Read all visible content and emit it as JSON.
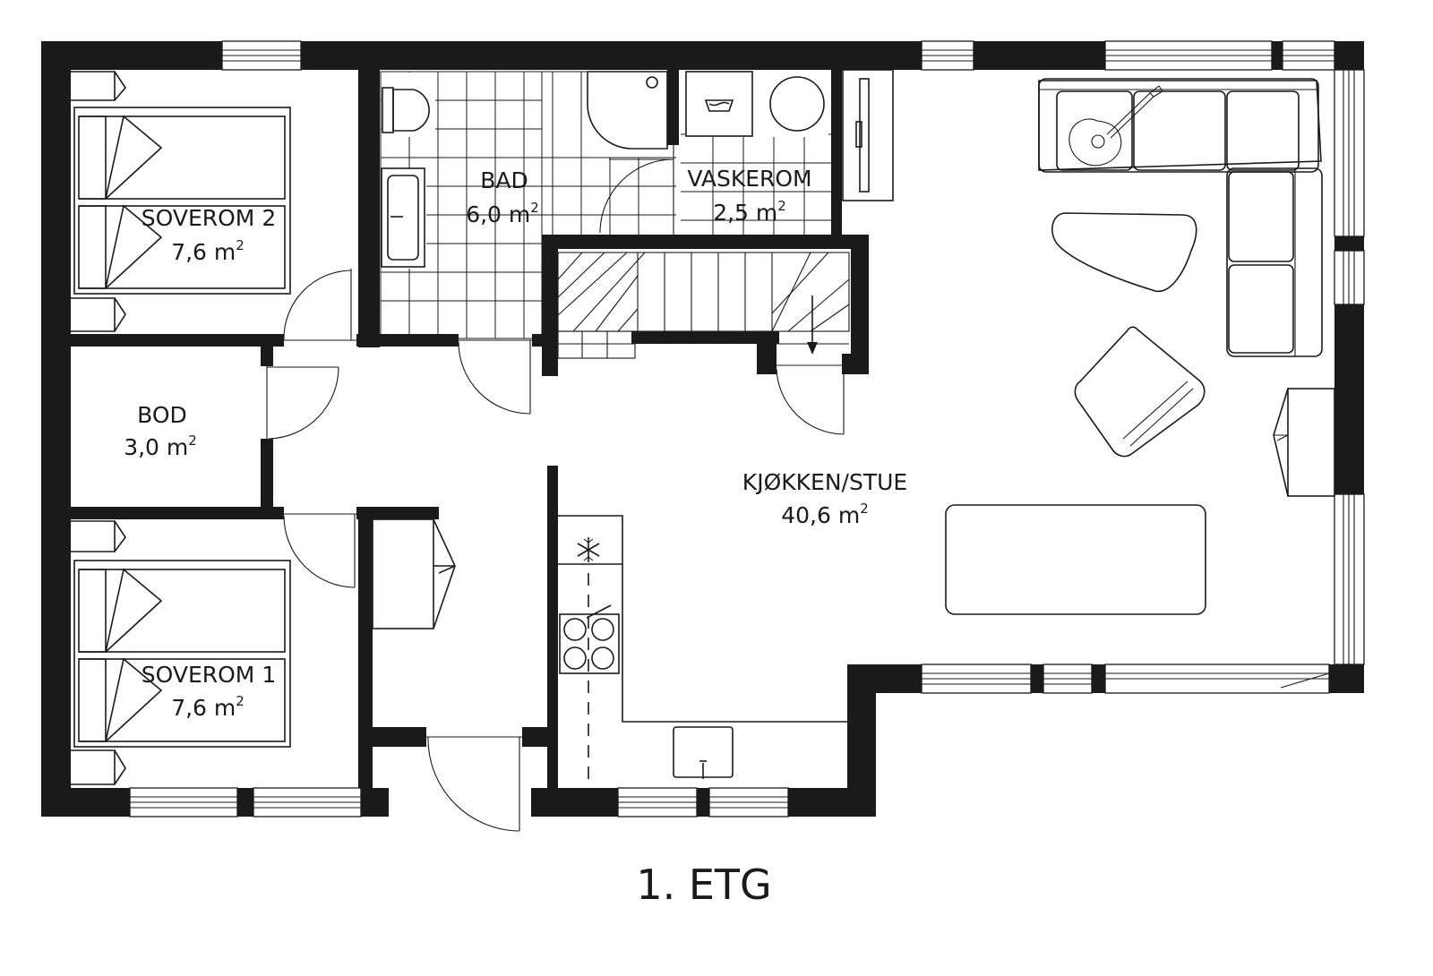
{
  "title": "1. ETG",
  "area_unit": "m",
  "area_exponent": "2",
  "rooms": [
    {
      "name": "SOVEROM 2",
      "area": "7,6 m"
    },
    {
      "name": "BAD",
      "area": "6,0 m"
    },
    {
      "name": "VASKEROM",
      "area": "2,5 m"
    },
    {
      "name": "BOD",
      "area": "3,0 m"
    },
    {
      "name": "KJØKKEN/STUE",
      "area": "40,6 m"
    },
    {
      "name": "SOVEROM 1",
      "area": "7,6 m"
    }
  ],
  "icons": [
    "snowflake-icon",
    "washing-machine-icon",
    "guitar-icon",
    "stair-direction-arrow-icon"
  ],
  "colors": {
    "wall": "#1a1a1a",
    "background": "#ffffff"
  }
}
